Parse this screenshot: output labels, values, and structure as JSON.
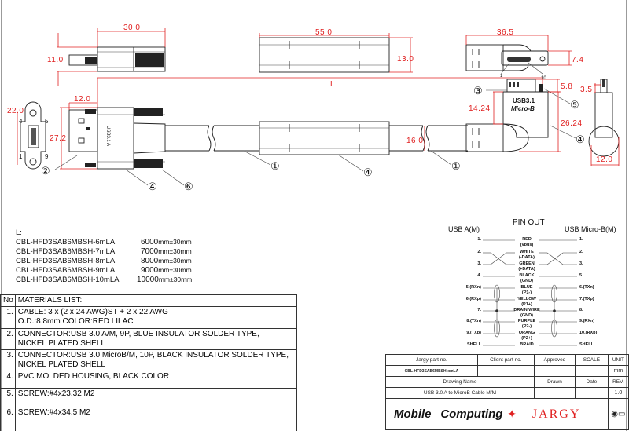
{
  "dimensions": {
    "a_length": "30.0",
    "a_height": "11.0",
    "a_plug": "12.0",
    "a_width": "27.2",
    "a_face": "22.0",
    "mold_length": "55.0",
    "mold_height": "13.0",
    "cable_od": "16.0",
    "b_length": "36.5",
    "b_height": "7.4",
    "b_plug": "5.8",
    "b_offset": "14.24",
    "b_total": "26.24",
    "b_side_plug": "3.5",
    "b_side_width": "12.0",
    "overall": "L"
  },
  "pin_face_labels": [
    "4",
    "5",
    "1",
    "9"
  ],
  "micro_pin_labels": [
    "1",
    "10"
  ],
  "balloons": [
    "①",
    "②",
    "③",
    "④",
    "⑤",
    "⑥"
  ],
  "connector_marks": {
    "a_mark": "USB3.1 A",
    "b_mark_1": "USB3.1",
    "b_mark_2": "Micro-B"
  },
  "length_table": {
    "heading": "L:",
    "rows": [
      {
        "part": "CBL-HFD3SAB6MBSH-6mLA",
        "len": "6000",
        "tol": "mm±30mm"
      },
      {
        "part": "CBL-HFD3SAB6MBSH-7mLA",
        "len": "7000",
        "tol": "mm±30mm"
      },
      {
        "part": "CBL-HFD3SAB6MBSH-8mLA",
        "len": "8000",
        "tol": "mm±30mm"
      },
      {
        "part": "CBL-HFD3SAB6MBSH-9mLA",
        "len": "9000",
        "tol": "mm±30mm"
      },
      {
        "part": "CBL-HFD3SAB6MBSH-10mLA",
        "len": "10000",
        "tol": "mm±30mm"
      }
    ]
  },
  "pinout": {
    "title": "PIN OUT",
    "left_title": "USB A(M)",
    "right_title": "USB Micro-B(M)",
    "rows": [
      {
        "left": "1.",
        "wire": "RED",
        "sub": "(vbus)",
        "right": "1."
      },
      {
        "left": "2.",
        "wire": "WHITE",
        "sub": "(-DATA)",
        "right": "2."
      },
      {
        "left": "3.",
        "wire": "GREEN",
        "sub": "(+DATA)",
        "right": "3."
      },
      {
        "left": "4.",
        "wire": "BLACK",
        "sub": "(GND)",
        "right": "5."
      },
      {
        "left": "5.(RXn)",
        "wire": "BLUE",
        "sub": "(P1-)",
        "right": "6.(TXn)"
      },
      {
        "left": "6.(RXp)",
        "wire": "YELLOW",
        "sub": "(P1+)",
        "right": "7.(TXp)"
      },
      {
        "left": "7.",
        "wire": "DRAIN WIRE",
        "sub": "(GND)",
        "right": "8."
      },
      {
        "left": "8.(TXn)",
        "wire": "PURPLE",
        "sub": "(P2-)",
        "right": "9.(RXn)"
      },
      {
        "left": "9.(TXp)",
        "wire": "ORANG",
        "sub": "(P2+)",
        "right": "10.(RXp)"
      },
      {
        "left": "SHELL",
        "wire": "BRAID",
        "sub": "",
        "right": "SHELL"
      }
    ]
  },
  "materials": {
    "no_header": "No",
    "header": "MATERIALS LIST:",
    "items": [
      {
        "no": "1.",
        "line1": "CABLE: 3 x (2 x 24 AWG)ST + 2 x 22 AWG",
        "line2": "O.D.:8.8mm COLOR:RED LILAC"
      },
      {
        "no": "2.",
        "line1": "CONNECTOR:USB 3.0 A/M, 9P, BLUE INSULATOR SOLDER TYPE,",
        "line2": "NICKEL PLATED SHELL"
      },
      {
        "no": "3.",
        "line1": "CONNECTOR:USB 3.0 MicroB/M, 10P, BLACK INSULATOR SOLDER TYPE,",
        "line2": "NICKEL PLATED SHELL"
      },
      {
        "no": "4.",
        "line1": "PVC MOLDED HOUSING, BLACK COLOR",
        "line2": ""
      },
      {
        "no": "5.",
        "line1": "SCREW:#4x23.32 M2",
        "line2": ""
      },
      {
        "no": "6.",
        "line1": "SCREW:#4x34.5 M2",
        "line2": ""
      }
    ]
  },
  "title_block": {
    "jargy_part_label": "Jargy part no.",
    "client_part_label": "Client part no.",
    "approved_label": "Approved",
    "scale_label": "SCALE",
    "unit_label": "UNIT",
    "jargy_part": "CBL-HFD3SAB6MBSH-xmLA",
    "unit": "mm",
    "drawing_name_label": "Drawing Name",
    "drawn_label": "Drawn",
    "date_label": "Date",
    "rev_label": "REV.",
    "drawing_name": "USB 3.0 A to MicroB Cable M/M",
    "rev": "1.0",
    "logo_mobile": "Mobile",
    "logo_computing": "Computing",
    "logo_jargy": "JARGY"
  },
  "colors": {
    "dimension": "#e02020",
    "line": "#222222"
  }
}
